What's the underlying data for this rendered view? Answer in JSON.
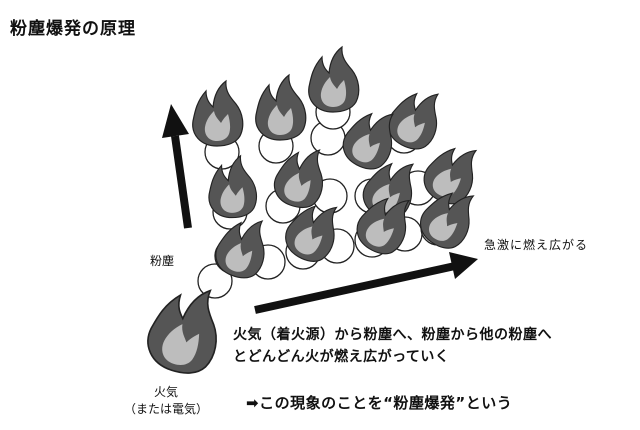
{
  "title": "粉塵爆発の原理",
  "labels": {
    "dust": "粉塵",
    "spread": "急激に燃え広がる",
    "source_line1": "火気",
    "source_line2": "（または電気）"
  },
  "description": {
    "line1": "火気（着火源）から粉塵へ、粉塵から他の粉塵へ",
    "line2": "とどんどん火が燃え広がっていく"
  },
  "conclusion": "➡この現象のことを“粉塵爆発”という",
  "colors": {
    "flame_outer": "#555555",
    "flame_inner": "#bdbdbd",
    "arrow": "#111111",
    "circle_stroke": "#222222"
  },
  "icons": [
    "flame-icon",
    "up-arrow",
    "right-arrow",
    "dust-particle-icon"
  ]
}
